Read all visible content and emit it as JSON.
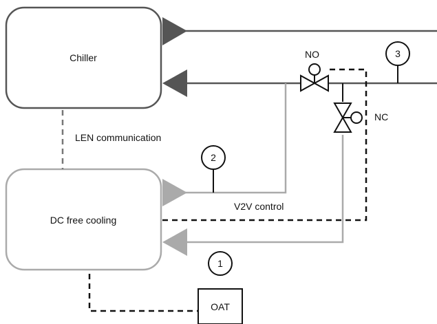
{
  "blocks": {
    "chiller": "Chiller",
    "dc_free_cooling": "DC free cooling",
    "oat": "OAT"
  },
  "labels": {
    "len_communication": "LEN communication",
    "v2v_control": "V2V control",
    "valve_no": "NO",
    "valve_nc": "NC"
  },
  "sensors": [
    "1",
    "2",
    "3"
  ],
  "colors": {
    "dark_line": "#555555",
    "light_line": "#aaaaaa",
    "dashed": "#111111"
  }
}
